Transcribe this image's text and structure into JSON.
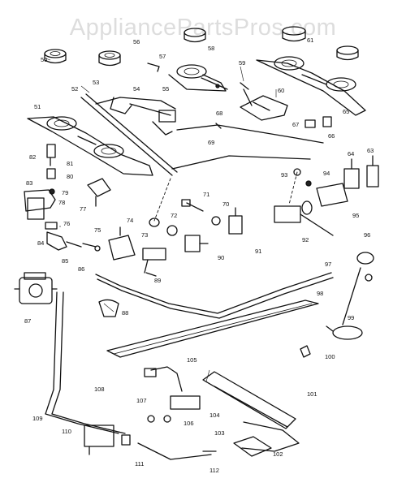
{
  "watermark": "AppliancePartsPros.com",
  "callouts": [
    {
      "id": "c50",
      "text": "50"
    },
    {
      "id": "c51",
      "text": "51"
    },
    {
      "id": "c52",
      "text": "52"
    },
    {
      "id": "c53",
      "text": "53"
    },
    {
      "id": "c54",
      "text": "54"
    },
    {
      "id": "c55",
      "text": "55"
    },
    {
      "id": "c56",
      "text": "56"
    },
    {
      "id": "c57",
      "text": "57"
    },
    {
      "id": "c58",
      "text": "58"
    },
    {
      "id": "c59",
      "text": "59"
    },
    {
      "id": "c60",
      "text": "60"
    },
    {
      "id": "c61",
      "text": "61"
    },
    {
      "id": "c63",
      "text": "63"
    },
    {
      "id": "c64",
      "text": "64"
    },
    {
      "id": "c65",
      "text": "65"
    },
    {
      "id": "c66",
      "text": "66"
    },
    {
      "id": "c67",
      "text": "67"
    },
    {
      "id": "c68",
      "text": "68"
    },
    {
      "id": "c69",
      "text": "69"
    },
    {
      "id": "c70",
      "text": "70"
    },
    {
      "id": "c71",
      "text": "71"
    },
    {
      "id": "c72",
      "text": "72"
    },
    {
      "id": "c73",
      "text": "73"
    },
    {
      "id": "c74",
      "text": "74"
    },
    {
      "id": "c75",
      "text": "75"
    },
    {
      "id": "c76",
      "text": "76"
    },
    {
      "id": "c77",
      "text": "77"
    },
    {
      "id": "c78",
      "text": "78"
    },
    {
      "id": "c79",
      "text": "79"
    },
    {
      "id": "c80",
      "text": "80"
    },
    {
      "id": "c81",
      "text": "81"
    },
    {
      "id": "c82",
      "text": "82"
    },
    {
      "id": "c83",
      "text": "83"
    },
    {
      "id": "c84",
      "text": "84"
    },
    {
      "id": "c85",
      "text": "85"
    },
    {
      "id": "c86",
      "text": "86"
    },
    {
      "id": "c87",
      "text": "87"
    },
    {
      "id": "c88",
      "text": "88"
    },
    {
      "id": "c89",
      "text": "89"
    },
    {
      "id": "c90",
      "text": "90"
    },
    {
      "id": "c91",
      "text": "91"
    },
    {
      "id": "c92",
      "text": "92"
    },
    {
      "id": "c93",
      "text": "93"
    },
    {
      "id": "c94",
      "text": "94"
    },
    {
      "id": "c95",
      "text": "95"
    },
    {
      "id": "c96",
      "text": "96"
    },
    {
      "id": "c97",
      "text": "97"
    },
    {
      "id": "c98",
      "text": "98"
    },
    {
      "id": "c99",
      "text": "99"
    },
    {
      "id": "c100",
      "text": "100"
    },
    {
      "id": "c101",
      "text": "101"
    },
    {
      "id": "c102",
      "text": "102"
    },
    {
      "id": "c103",
      "text": "103"
    },
    {
      "id": "c104",
      "text": "104"
    },
    {
      "id": "c105",
      "text": "105"
    },
    {
      "id": "c106",
      "text": "106"
    },
    {
      "id": "c107",
      "text": "107"
    },
    {
      "id": "c108",
      "text": "108"
    },
    {
      "id": "c109",
      "text": "109"
    },
    {
      "id": "c110",
      "text": "110"
    },
    {
      "id": "c111",
      "text": "111"
    },
    {
      "id": "c112",
      "text": "112"
    }
  ]
}
